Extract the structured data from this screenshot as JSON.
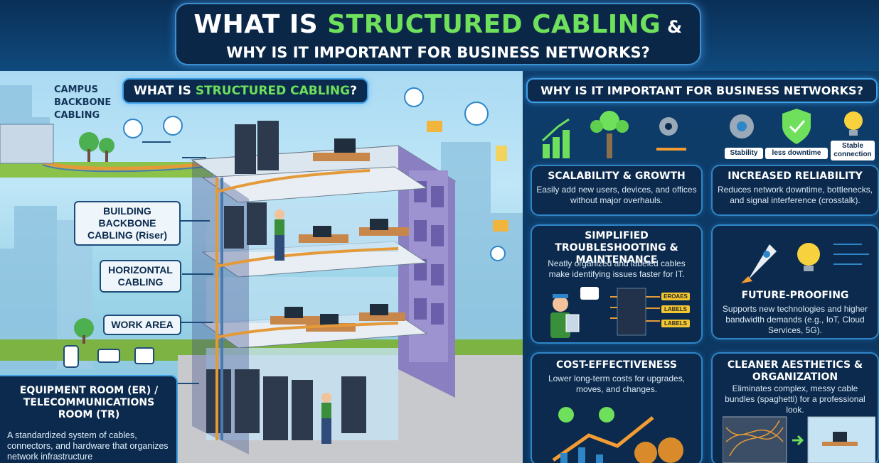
{
  "header": {
    "title_part1": "WHAT IS ",
    "title_highlight": "STRUCTURED CABLING",
    "title_amp": " &",
    "subtitle": "WHY IS IT IMPORTANT FOR BUSINESS NETWORKS?"
  },
  "left": {
    "section_prefix": "WHAT IS ",
    "section_highlight": "STRUCTURED CABLING",
    "section_suffix": "?",
    "campus_label": "CAMPUS BACKBONE CABLING",
    "callouts": {
      "building_backbone": "BUILDING BACKBONE CABLING (Riser)",
      "horizontal": "HORIZONTAL CABLING",
      "work_area": "WORK AREA"
    },
    "equipment_room": {
      "title": "EQUIPMENT ROOM (ER) / TELECOMMUNICATIONS ROOM (TR)",
      "description": "A standardized system of cables, connectors, and hardware that organizes network infrastructure"
    }
  },
  "right": {
    "section_title": "WHY IS IT IMPORTANT FOR BUSINESS NETWORKS?",
    "reliability_icons": {
      "stability": "Stability",
      "less_downtime": "less downtime",
      "stable_connection": "Stable connection"
    },
    "cards": {
      "scalability": {
        "title": "SCALABILITY & GROWTH",
        "desc": "Easily add new users, devices, and offices without major overhauls."
      },
      "reliability": {
        "title": "INCREASED RELIABILITY",
        "desc": "Reduces network downtime, bottlenecks, and signal interference (crosstalk)."
      },
      "troubleshooting": {
        "title": "SIMPLIFIED TROUBLESHOOTING & MAINTENANCE",
        "desc": "Neatly organized and labeled cables make identifying issues faster for IT.",
        "tags": [
          "EROAES",
          "LABELS",
          "LABELS"
        ]
      },
      "future": {
        "title": "FUTURE-PROOFING",
        "desc": "Supports new technologies and higher bandwidth demands (e.g., IoT, Cloud Services, 5G)."
      },
      "cost": {
        "title": "COST-EFFECTIVENESS",
        "desc": "Lower long-term costs for upgrades, moves, and changes."
      },
      "aesthetics": {
        "title": "CLEANER AESTHETICS & ORGANIZATION",
        "desc": "Eliminates complex, messy cable bundles (spaghetti) for a professional look."
      }
    }
  },
  "colors": {
    "navy": "#0b2a4d",
    "accent_blue": "#2e86c9",
    "highlight_green": "#6ee05c",
    "cable_orange": "#e59a3a",
    "sky": "#bfe6f7"
  }
}
